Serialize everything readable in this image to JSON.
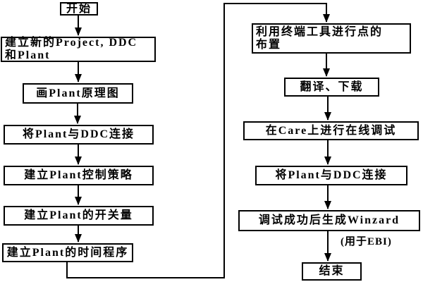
{
  "flowchart": {
    "background_color": "#ffffff",
    "stroke_color": "#000000",
    "nodes": [
      {
        "id": "start",
        "label": "开始"
      },
      {
        "id": "create-project-ddc-plant",
        "label": "建立新的Project, DDC\n和Plant"
      },
      {
        "id": "draw-plant-diagram",
        "label": "画Plant原理图"
      },
      {
        "id": "connect-plant-ddc",
        "label": "将Plant与DDC连接"
      },
      {
        "id": "create-control-strategy",
        "label": "建立Plant控制策略"
      },
      {
        "id": "create-switch-values",
        "label": "建立Plant的开关量"
      },
      {
        "id": "create-time-program",
        "label": "建立Plant的时间程序"
      },
      {
        "id": "terminal-tool-point-layout",
        "label": "利用终端工具进行点的\n布置"
      },
      {
        "id": "translate-download",
        "label": "翻译、下载"
      },
      {
        "id": "online-debug-on-care",
        "label": "在Care上进行在线调试"
      },
      {
        "id": "connect-plant-ddc-again",
        "label": "将Plant与DDC连接"
      },
      {
        "id": "generate-winzard",
        "label": "调试成功后生成Winzard"
      },
      {
        "id": "end",
        "label": "结束"
      }
    ],
    "annotation": "(用于EBI)",
    "edges": [
      {
        "from": "start",
        "to": "create-project-ddc-plant"
      },
      {
        "from": "create-project-ddc-plant",
        "to": "draw-plant-diagram"
      },
      {
        "from": "draw-plant-diagram",
        "to": "connect-plant-ddc"
      },
      {
        "from": "connect-plant-ddc",
        "to": "create-control-strategy"
      },
      {
        "from": "create-control-strategy",
        "to": "create-switch-values"
      },
      {
        "from": "create-switch-values",
        "to": "create-time-program"
      },
      {
        "from": "create-time-program",
        "to": "terminal-tool-point-layout"
      },
      {
        "from": "terminal-tool-point-layout",
        "to": "translate-download"
      },
      {
        "from": "translate-download",
        "to": "online-debug-on-care"
      },
      {
        "from": "online-debug-on-care",
        "to": "connect-plant-ddc-again"
      },
      {
        "from": "connect-plant-ddc-again",
        "to": "generate-winzard"
      },
      {
        "from": "generate-winzard",
        "to": "end"
      }
    ]
  }
}
